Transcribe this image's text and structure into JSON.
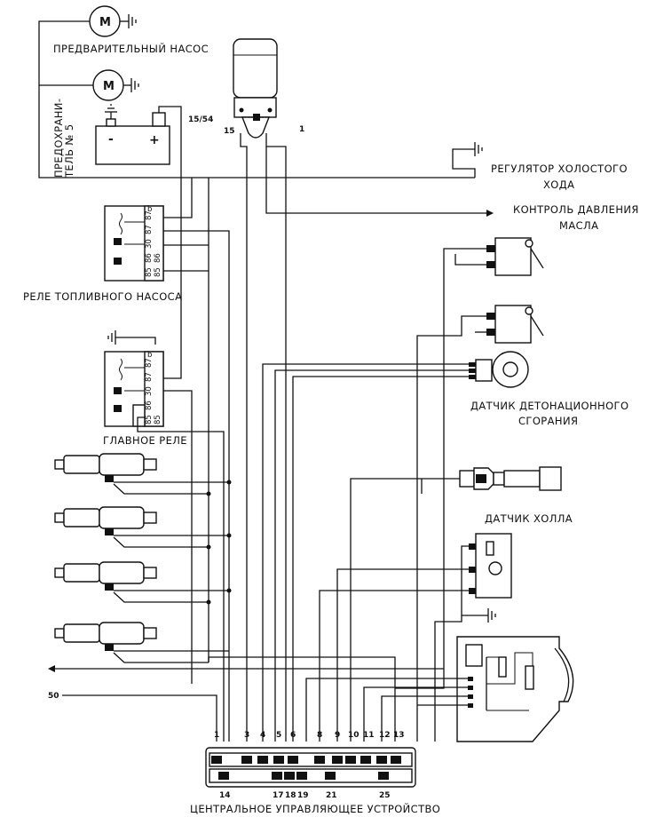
{
  "labels": {
    "prepump": "ПРЕДВАРИТЕЛЬНЫЙ НАСОС",
    "fuse_line1": "ПРЕДОХРАНИ-",
    "fuse_line2": "ТЕЛЬ № 5",
    "idle_line1": "РЕГУЛЯТОР ХОЛОСТОГО",
    "idle_line2": "ХОДА",
    "oil_line1": "КОНТРОЛЬ ДАВЛЕНИЯ",
    "oil_line2": "МАСЛА",
    "fuel_relay": "РЕЛЕ ТОПЛИВНОГО НАСОСА",
    "main_relay": "ГЛАВНОЕ РЕЛЕ",
    "knock_line1": "ДАТЧИК ДЕТОНАЦИОННОГО",
    "knock_line2": "СГОРАНИЯ",
    "hall": "ДАТЧИК ХОЛЛА",
    "ecu": "ЦЕНТРАЛЬНОЕ УПРАВЛЯЮЩЕЕ УСТРОЙСТВО"
  },
  "motor_symbol": "M",
  "battery": {
    "minus": "-",
    "plus": "+"
  },
  "terminals": {
    "t1554": "15/54",
    "t15": "15",
    "t1": "1",
    "t50": "50"
  },
  "relay_pins": [
    "85",
    "86",
    "30",
    "87",
    "87b"
  ],
  "relay_pins_display": [
    "85",
    "86",
    "30",
    "87",
    "87"
  ],
  "relay_pin_suffix": "b",
  "ecu_pins_top": [
    "1",
    "3",
    "4",
    "5",
    "6",
    "8",
    "9",
    "10",
    "11",
    "12",
    "13"
  ],
  "ecu_pins_bottom": [
    "14",
    "17",
    "18",
    "19",
    "21",
    "25"
  ],
  "icons": {
    "motor": "motor-icon",
    "ground": "ground-icon",
    "battery": "battery-icon",
    "ignition_coil": "ignition-coil-icon",
    "injector": "injector-icon",
    "knock_sensor": "knock-sensor-icon",
    "temp_sensor": "temperature-sensor-icon",
    "hall_sensor": "hall-sensor-icon",
    "throttle_switch": "throttle-switch-icon",
    "airflow_meter": "airflow-meter-icon",
    "connector": "ecu-connector-icon"
  }
}
